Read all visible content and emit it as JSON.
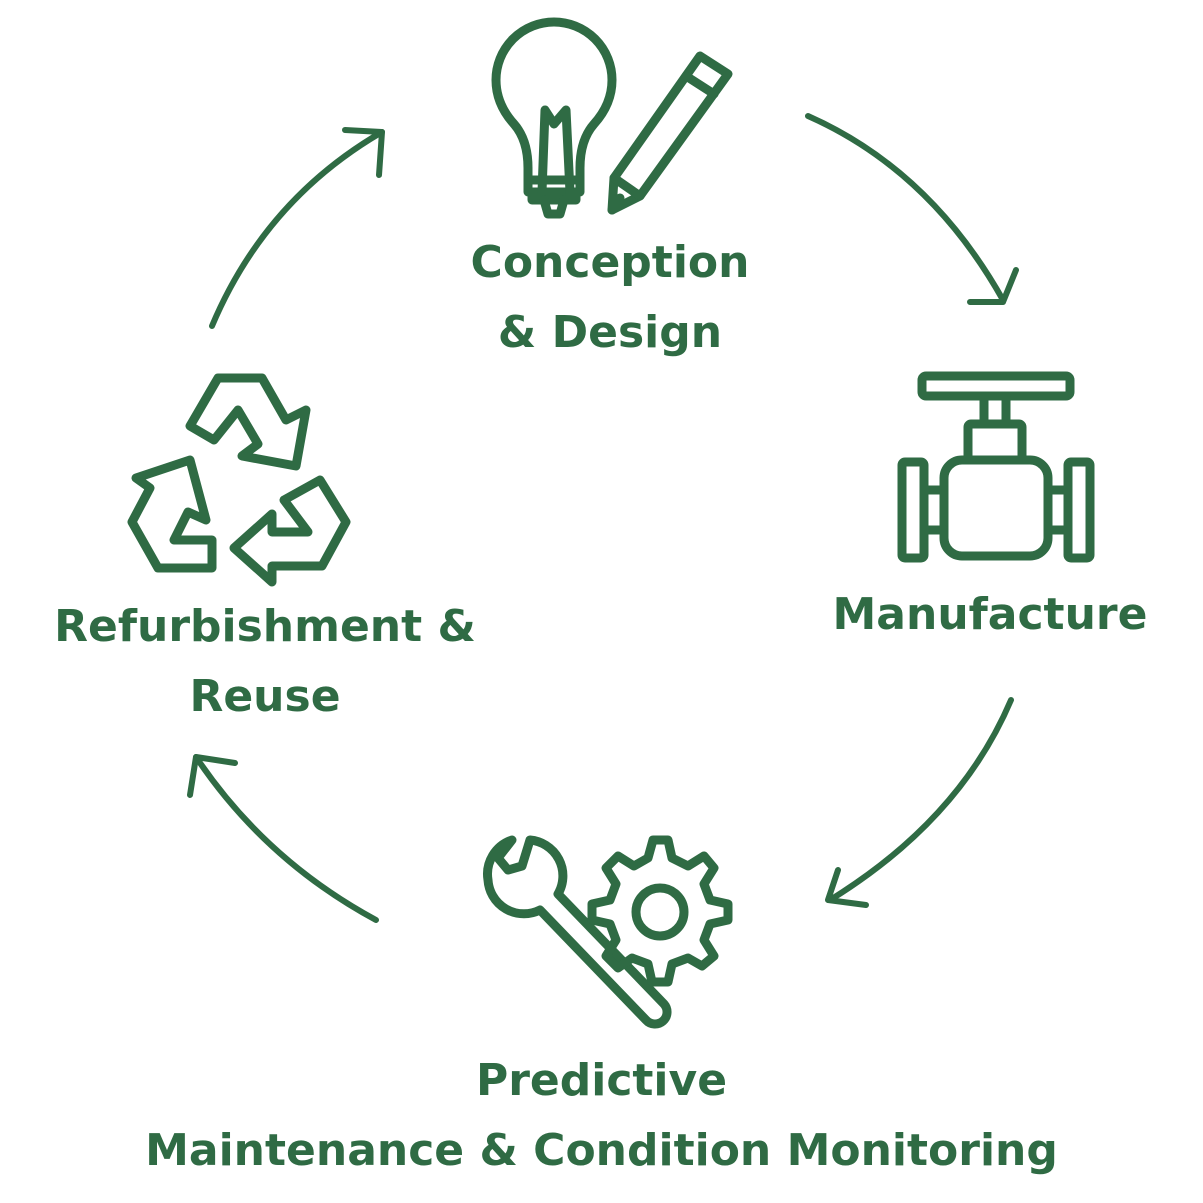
{
  "colors": {
    "primary": "#2f6b44"
  },
  "stages": [
    {
      "id": "design",
      "icon": "lightbulb-pencil-icon",
      "label_lines": [
        "Conception",
        "& Design"
      ]
    },
    {
      "id": "manufacture",
      "icon": "valve-icon",
      "label_lines": [
        "Manufacture"
      ]
    },
    {
      "id": "maintenance",
      "icon": "wrench-gear-icon",
      "label_lines": [
        "Predictive",
        "Maintenance & Condition Monitoring"
      ]
    },
    {
      "id": "refurbishment",
      "icon": "recycle-icon",
      "label_lines": [
        "Refurbishment &",
        "Reuse"
      ]
    }
  ],
  "flow_direction": "clockwise"
}
